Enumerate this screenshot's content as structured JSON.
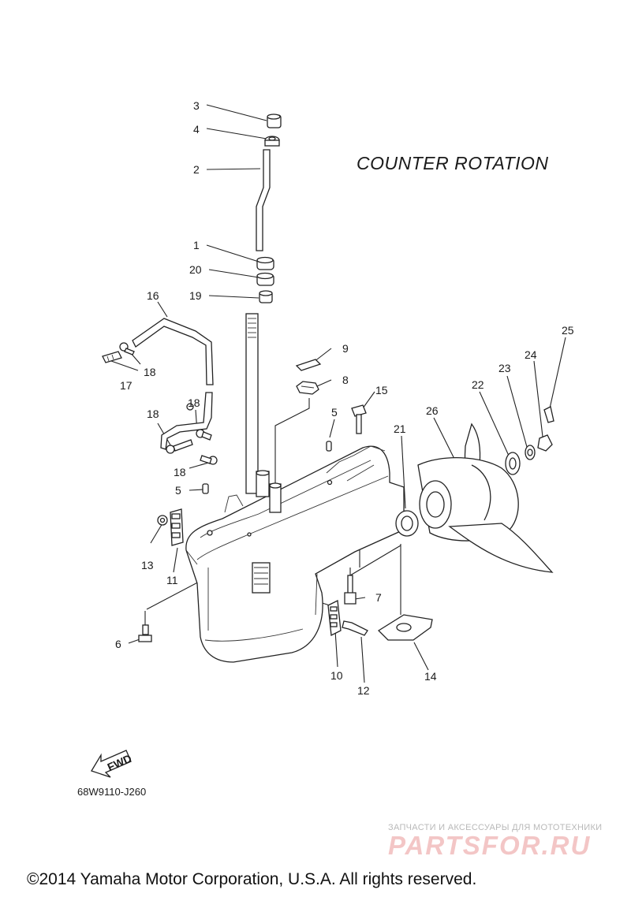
{
  "title": "COUNTER  ROTATION",
  "drawing_code": "68W9110-J260",
  "fwd_label": "FWD",
  "watermark": {
    "subtitle": "ЗАПЧАСТИ И АКСЕССУАРЫ ДЛЯ МОТОТЕХНИКИ",
    "logo": "PARTSFOR.RU"
  },
  "copyright": "©2014 Yamaha Motor Corporation, U.S.A. All rights reserved.",
  "callouts": {
    "c1": "1",
    "c2": "2",
    "c3": "3",
    "c4": "4",
    "c5a": "5",
    "c5b": "5",
    "c6": "6",
    "c7": "7",
    "c8": "8",
    "c9": "9",
    "c10": "10",
    "c11": "11",
    "c12": "12",
    "c13": "13",
    "c14": "14",
    "c15": "15",
    "c16": "16",
    "c17": "17",
    "c18a": "18",
    "c18b": "18",
    "c18c": "18",
    "c18d": "18",
    "c19": "19",
    "c20": "20",
    "c21": "21",
    "c22": "22",
    "c23": "23",
    "c24": "24",
    "c25": "25",
    "c26": "26"
  }
}
